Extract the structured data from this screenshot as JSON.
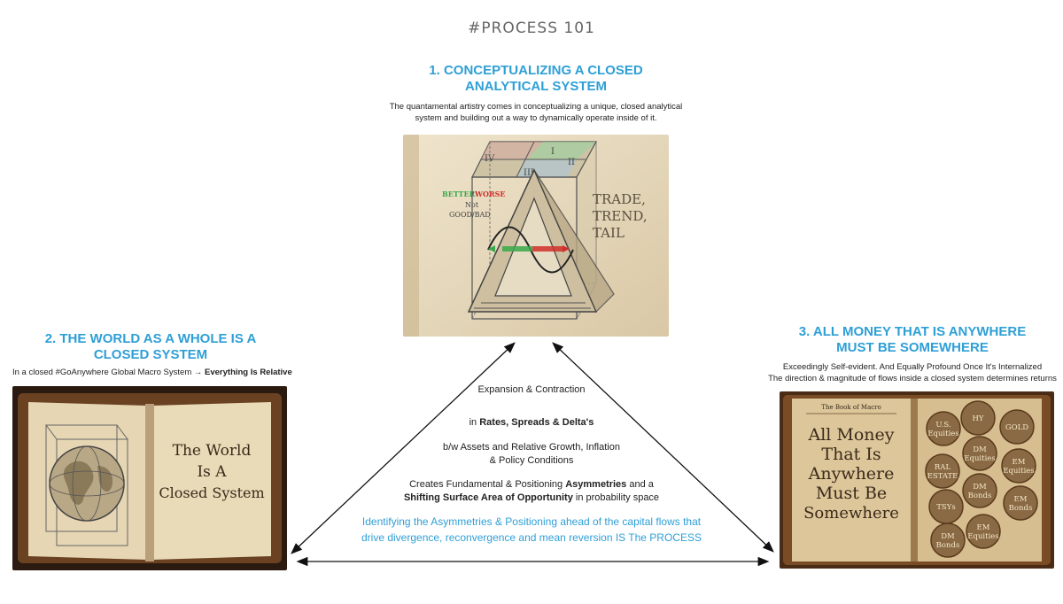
{
  "title": "#PROCESS 101",
  "section1": {
    "title_line1": "1. CONCEPTUALIZING A CLOSED",
    "title_line2": "ANALYTICAL SYSTEM",
    "desc_line1": "The quantamental artistry comes in conceptualizing a unique, closed analytical",
    "desc_line2": "system and building out a way to dynamically operate inside of it.",
    "image": {
      "quadrants": [
        "I",
        "II",
        "III",
        "IV"
      ],
      "better": "BETTER",
      "slash": "/",
      "worse": "WORSE",
      "not": "Not",
      "goodbad": "GOOD/BAD",
      "trade": "TRADE,",
      "trend": "TREND,",
      "tail": "TAIL"
    }
  },
  "section2": {
    "title_line1": "2. THE WORLD AS A WHOLE IS A",
    "title_line2": "CLOSED SYSTEM",
    "desc_prefix": "In a closed #GoAnywhere Global Macro System → ",
    "desc_bold": "Everything Is Relative",
    "book": {
      "line1": "The World",
      "line2": "Is A",
      "line3": "Closed System"
    }
  },
  "section3": {
    "title_line1": "3. ALL MONEY THAT IS ANYWHERE",
    "title_line2": "MUST BE SOMEWHERE",
    "desc_line1": "Exceedingly Self-evident. And Equally Profound Once It's Internalized",
    "desc_line2": "The direction & magnitude of flows inside a closed system determines returns",
    "book": {
      "header": "The Book of Macro",
      "lines": [
        "All Money",
        "That Is",
        "Anywhere",
        "Must Be",
        "Somewhere"
      ],
      "bubbles": [
        "HY",
        "U.S. Equities",
        "GOLD",
        "DM Equities",
        "EM Equities",
        "RAL ESTATE",
        "DM Bonds",
        "EM Bonds",
        "TSYs",
        "EM Equities",
        "DM Bonds"
      ]
    }
  },
  "center": {
    "line1": "Expansion & Contraction",
    "line2_prefix": "in ",
    "line2_bold": "Rates, Spreads & Delta's",
    "line3a": "b/w Assets and Relative Growth, Inflation",
    "line3b": "& Policy Conditions",
    "line4_prefix": "Creates Fundamental & Positioning ",
    "line4_bold": "Asymmetries",
    "line4_suffix": " and a",
    "line5_bold": "Shifting Surface Area of Opportunity",
    "line5_suffix": " in probability space",
    "blue_line1": "Identifying the Asymmetries & Positioning ahead of the capital flows that",
    "blue_line2": "drive divergence, reconvergence and mean reversion IS The PROCESS"
  },
  "colors": {
    "accent": "#2e9fd6",
    "better": "#3aa84a",
    "worse": "#d0302b",
    "parchment": "#e8dcc4",
    "leather": "#5a3820"
  }
}
